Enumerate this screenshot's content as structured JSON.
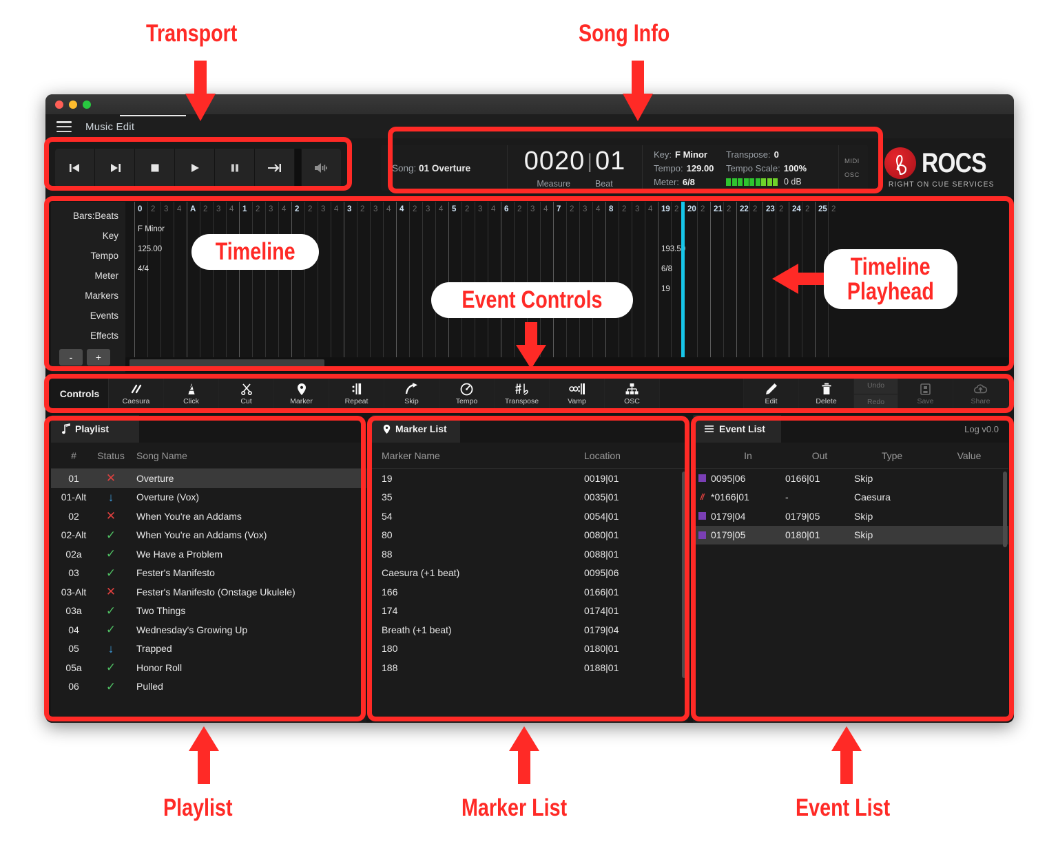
{
  "window": {
    "menu_title": "Music Edit"
  },
  "transport": {
    "buttons": [
      {
        "name": "go-to-start",
        "icon": "skip-back-icon"
      },
      {
        "name": "go-to-next-marker",
        "icon": "skip-forward-icon"
      },
      {
        "name": "stop",
        "icon": "stop-icon"
      },
      {
        "name": "play",
        "icon": "play-icon"
      },
      {
        "name": "pause",
        "icon": "pause-icon"
      },
      {
        "name": "jump-to-end",
        "icon": "arrow-to-end-icon"
      },
      {
        "name": "volume",
        "icon": "speaker-icon"
      }
    ]
  },
  "song_info": {
    "song_label": "Song:",
    "song_value": "01 Overture",
    "measure_value": "0020",
    "beat_value": "01",
    "measure_caption": "Measure",
    "beat_caption": "Beat",
    "key_label": "Key:",
    "key_value": "F Minor",
    "tempo_label": "Tempo:",
    "tempo_value": "129.00",
    "meter_label": "Meter:",
    "meter_value": "6/8",
    "transpose_label": "Transpose:",
    "transpose_value": "0",
    "tempo_scale_label": "Tempo Scale:",
    "tempo_scale_value": "100%",
    "db_value": "0 dB",
    "meter_lit": 9,
    "meter_total": 9,
    "protocols": [
      "MIDI",
      "OSC"
    ]
  },
  "logo": {
    "mark": "&",
    "name": "ROCS",
    "tagline": "RIGHT ON CUE SERVICES"
  },
  "timeline": {
    "row_labels": [
      "Bars:Beats",
      "Key",
      "Tempo",
      "Meter",
      "Markers",
      "Events",
      "Effects"
    ],
    "zoom_out": "-",
    "zoom_in": "+",
    "start_values": {
      "key": "F Minor",
      "tempo": "125.00",
      "meter": "4/4"
    },
    "playhead_values": {
      "tempo": "193.50",
      "meter": "6/8",
      "marker": "19"
    },
    "playhead_bar": "20",
    "bar_labels": [
      "0",
      "A",
      "1",
      "2",
      "3",
      "4",
      "5",
      "6",
      "7",
      "8",
      "19",
      "20",
      "21",
      "22",
      "23",
      "24",
      "25"
    ],
    "beat_labels": [
      "2",
      "3",
      "4"
    ],
    "tail_beat_label": "2"
  },
  "controls": {
    "title": "Controls",
    "items": [
      {
        "label": "Caesura",
        "icon": "caesura-icon"
      },
      {
        "label": "Click",
        "icon": "metronome-icon"
      },
      {
        "label": "Cut",
        "icon": "scissors-icon"
      },
      {
        "label": "Marker",
        "icon": "map-pin-icon"
      },
      {
        "label": "Repeat",
        "icon": "repeat-barline-icon"
      },
      {
        "label": "Skip",
        "icon": "skip-arrow-icon"
      },
      {
        "label": "Tempo",
        "icon": "speedometer-icon"
      },
      {
        "label": "Transpose",
        "icon": "sharp-flat-icon"
      },
      {
        "label": "Vamp",
        "icon": "vamp-icon"
      },
      {
        "label": "OSC",
        "icon": "network-icon"
      }
    ],
    "right_items": [
      {
        "label": "Edit",
        "icon": "pencil-icon"
      },
      {
        "label": "Delete",
        "icon": "trash-icon"
      }
    ],
    "undo": "Undo",
    "redo": "Redo",
    "save": "Save",
    "share": "Share"
  },
  "playlist": {
    "tab_label": "Playlist",
    "tab_icon": "music-note-icon",
    "columns": [
      "#",
      "Status",
      "Song Name"
    ],
    "rows": [
      {
        "num": "01",
        "status": "x",
        "name": "Overture",
        "selected": true
      },
      {
        "num": "01-Alt",
        "status": "dl",
        "name": "Overture (Vox)",
        "selected": false
      },
      {
        "num": "02",
        "status": "x",
        "name": "When You're an Addams",
        "selected": false
      },
      {
        "num": "02-Alt",
        "status": "ok",
        "name": "When You're an Addams (Vox)",
        "selected": false
      },
      {
        "num": "02a",
        "status": "ok",
        "name": "We Have a Problem",
        "selected": false
      },
      {
        "num": "03",
        "status": "ok",
        "name": "Fester's Manifesto",
        "selected": false
      },
      {
        "num": "03-Alt",
        "status": "x",
        "name": "Fester's Manifesto (Onstage Ukulele)",
        "selected": false
      },
      {
        "num": "03a",
        "status": "ok",
        "name": "Two Things",
        "selected": false
      },
      {
        "num": "04",
        "status": "ok",
        "name": "Wednesday's Growing Up",
        "selected": false
      },
      {
        "num": "05",
        "status": "dl",
        "name": "Trapped",
        "selected": false
      },
      {
        "num": "05a",
        "status": "ok",
        "name": "Honor Roll",
        "selected": false
      },
      {
        "num": "06",
        "status": "ok",
        "name": "Pulled",
        "selected": false
      }
    ]
  },
  "marker_list": {
    "tab_label": "Marker List",
    "tab_icon": "map-pin-icon",
    "columns": [
      "Marker Name",
      "Location"
    ],
    "rows": [
      {
        "name": "19",
        "location": "0019|01"
      },
      {
        "name": "35",
        "location": "0035|01"
      },
      {
        "name": "54",
        "location": "0054|01"
      },
      {
        "name": "80",
        "location": "0080|01"
      },
      {
        "name": "88",
        "location": "0088|01"
      },
      {
        "name": "Caesura (+1 beat)",
        "location": "0095|06"
      },
      {
        "name": "166",
        "location": "0166|01"
      },
      {
        "name": "174",
        "location": "0174|01"
      },
      {
        "name": "Breath (+1 beat)",
        "location": "0179|04"
      },
      {
        "name": "180",
        "location": "0180|01"
      },
      {
        "name": "188",
        "location": "0188|01"
      }
    ]
  },
  "event_list": {
    "tab_label": "Event List",
    "tab_icon": "list-icon",
    "log_version": "Log v0.0",
    "columns": [
      "In",
      "Out",
      "Type",
      "Value"
    ],
    "rows": [
      {
        "swatch": "square",
        "in": "0095|06",
        "out": "0166|01",
        "type": "Skip",
        "value": "",
        "selected": false
      },
      {
        "swatch": "caesura",
        "in": "*0166|01",
        "out": "-",
        "type": "Caesura",
        "value": "",
        "selected": false
      },
      {
        "swatch": "square",
        "in": "0179|04",
        "out": "0179|05",
        "type": "Skip",
        "value": "",
        "selected": false
      },
      {
        "swatch": "square",
        "in": "0179|05",
        "out": "0180|01",
        "type": "Skip",
        "value": "",
        "selected": true
      }
    ]
  },
  "annotations": {
    "transport": "Transport",
    "song_info": "Song Info",
    "timeline": "Timeline",
    "event_controls": "Event Controls",
    "timeline_playhead_line1": "Timeline",
    "timeline_playhead_line2": "Playhead",
    "playlist": "Playlist",
    "marker_list": "Marker List",
    "event_list": "Event List"
  },
  "colors": {
    "accent_red": "#ff2a26",
    "playhead": "#17c5e8",
    "event_swatch": "#7a3fb5",
    "status_ok": "#4fbf63",
    "status_error": "#e2413f",
    "status_download": "#3f9fe0",
    "meter_green": "#3ec93e"
  }
}
